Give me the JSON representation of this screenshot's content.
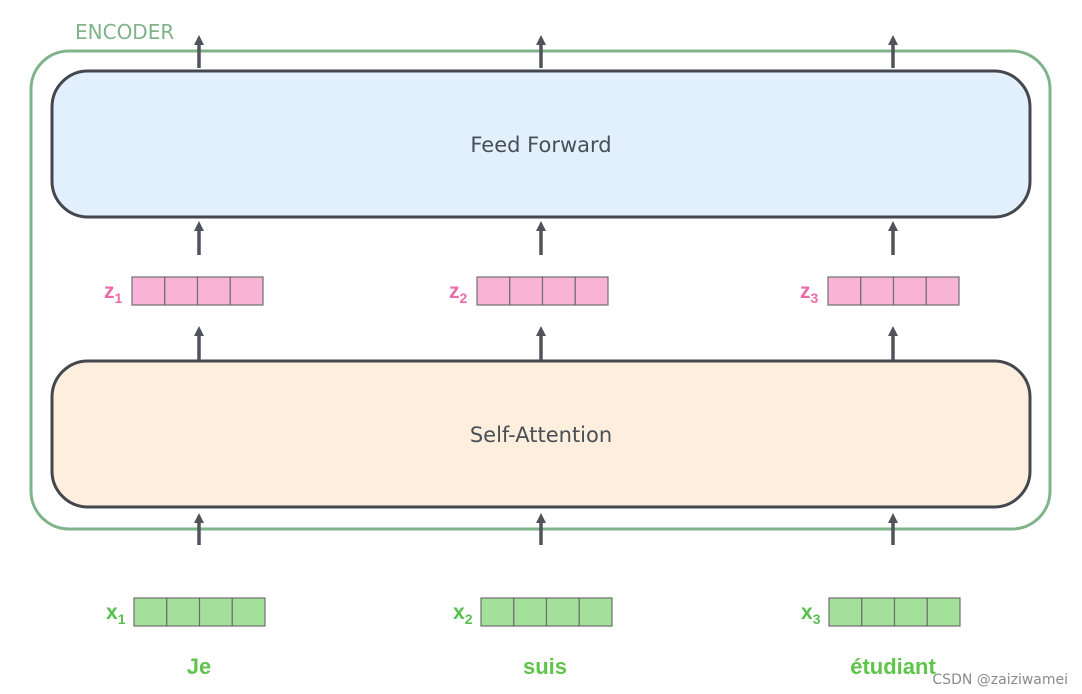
{
  "encoder": {
    "label": "ENCODER",
    "color": "#7fb48a"
  },
  "layers": {
    "feed_forward": {
      "label": "Feed Forward",
      "fill": "#e2f0fd"
    },
    "self_attention": {
      "label": "Self-Attention",
      "fill": "#fdeedd"
    }
  },
  "z_vectors": [
    {
      "letter": "z",
      "sub": "1"
    },
    {
      "letter": "z",
      "sub": "2"
    },
    {
      "letter": "z",
      "sub": "3"
    }
  ],
  "x_vectors": [
    {
      "letter": "x",
      "sub": "1"
    },
    {
      "letter": "x",
      "sub": "2"
    },
    {
      "letter": "x",
      "sub": "3"
    }
  ],
  "words": [
    "Je",
    "suis",
    "étudiant"
  ],
  "colors": {
    "z_fill": "#f9b3d7",
    "z_label": "#ef6aa8",
    "x_fill": "#a3e09a",
    "x_label": "#56c04d",
    "word": "#5ec44a",
    "arrow": "#50535a",
    "box_stroke": "#44474d"
  },
  "vector_cells": 4,
  "watermark": "CSDN @zaiziwamei"
}
